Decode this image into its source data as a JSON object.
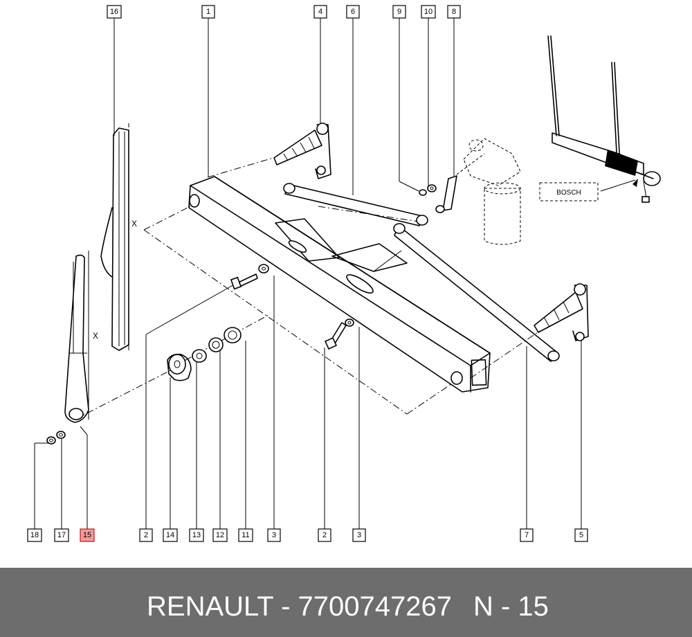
{
  "callouts": [
    {
      "label": "16"
    },
    {
      "label": "1"
    },
    {
      "label": "4"
    },
    {
      "label": "6"
    },
    {
      "label": "9"
    },
    {
      "label": "10"
    },
    {
      "label": "8"
    },
    {
      "label": "18"
    },
    {
      "label": "17"
    },
    {
      "label": "15",
      "highlighted": true
    },
    {
      "label": "2"
    },
    {
      "label": "14"
    },
    {
      "label": "13"
    },
    {
      "label": "12"
    },
    {
      "label": "11"
    },
    {
      "label": "3"
    },
    {
      "label": "2"
    },
    {
      "label": "3"
    },
    {
      "label": "7"
    },
    {
      "label": "5"
    }
  ],
  "inset": {
    "brand_label": "BOSCH"
  },
  "dimension_marks": {
    "x1": "X",
    "x2": "X"
  },
  "footer": {
    "brand_part": "RENAULT - 7700747267",
    "page_ref": "N - 15"
  },
  "colors": {
    "highlight": "#f29a9a",
    "footer_bg": "#6d6d6d",
    "footer_text": "#ffffff"
  }
}
